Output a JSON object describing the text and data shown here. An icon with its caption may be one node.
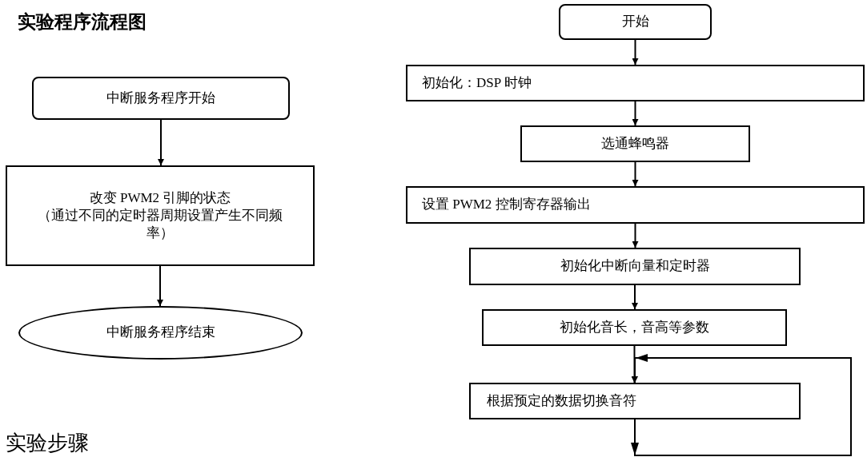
{
  "diagram": {
    "title": "实验程序流程图",
    "nodes": [
      {
        "text": [
          "中断服务程序开始"
        ]
      },
      {
        "text": [
          "改变 PWM2 引脚的状态",
          "（通过不同的定时器周期设置产生不同频率）"
        ]
      },
      {
        "text": [
          "中断服务程序结束"
        ]
      },
      {
        "text": [
          "开始"
        ]
      },
      {
        "text": [
          "初始化：DSP 时钟"
        ]
      },
      {
        "text": [
          "选通蜂鸣器"
        ]
      },
      {
        "text": [
          "设置 PWM2 控制寄存器输出"
        ]
      },
      {
        "text": [
          "初始化中断向量和定时器"
        ]
      },
      {
        "text": [
          "初始化音长，音高等参数"
        ]
      },
      {
        "text": [
          "根据预定的数据切换音符"
        ]
      }
    ],
    "edges": [
      {
        "from": 0,
        "to": 1,
        "arrow": "to"
      },
      {
        "from": 1,
        "to": 2,
        "arrow": "to"
      },
      {
        "from": 3,
        "to": 4,
        "arrow": "to"
      },
      {
        "from": 4,
        "to": 5,
        "arrow": "to"
      },
      {
        "from": 5,
        "to": 6,
        "arrow": "to"
      },
      {
        "from": 6,
        "to": 7,
        "arrow": "to"
      },
      {
        "from": 7,
        "to": 8,
        "arrow": "to"
      },
      {
        "from": 8,
        "to": 9,
        "arrow": "to"
      },
      {
        "from": 9,
        "to": 9,
        "arrow": "to"
      }
    ],
    "labels": [
      "实验步骤"
    ]
  }
}
